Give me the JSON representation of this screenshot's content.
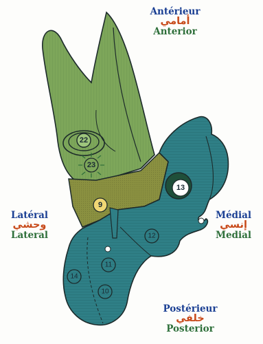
{
  "orientation": {
    "anterior": {
      "fr": "Antérieur",
      "ar": "أمامي",
      "en": "Anterior"
    },
    "lateral": {
      "fr": "Latéral",
      "ar": "وحشي",
      "en": "Lateral"
    },
    "medial": {
      "fr": "Médial",
      "ar": "إنسي",
      "en": "Medial"
    },
    "posterior": {
      "fr": "Postérieur",
      "ar": "خلفي",
      "en": "Posterior"
    }
  },
  "markers": {
    "m22": "22",
    "m23": "23",
    "m13": "13",
    "m9": "9",
    "m12": "12",
    "m11": "11",
    "m14": "14",
    "m10": "10"
  },
  "colors": {
    "green_bone": "#7da65a",
    "olive_band": "#8a9040",
    "teal_bone": "#2f7f86",
    "outline": "#1c2a2a",
    "label_fr": "#1a3f93",
    "label_ar": "#c84a1a",
    "label_en": "#2e6f3a",
    "marker_yellow": "#f0d774"
  }
}
